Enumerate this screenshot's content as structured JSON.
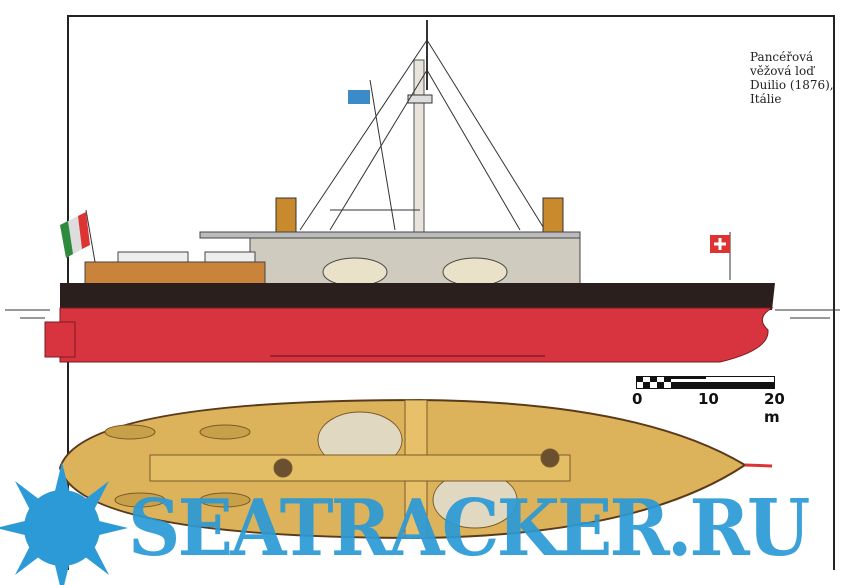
{
  "caption": {
    "lines": [
      "Pancéřová",
      "věžová loď",
      "Duilio (1876),",
      "Itálie"
    ]
  },
  "scale_bar": {
    "labels": [
      "0",
      "10",
      "20 m"
    ]
  },
  "watermark": {
    "text": "SEATRACKER.RU"
  },
  "colors": {
    "hull_red": "#d8343f",
    "hull_black": "#2a1f1c",
    "deck_wood": "#dcb35a",
    "watermark_blue": "#2b9ad6"
  }
}
